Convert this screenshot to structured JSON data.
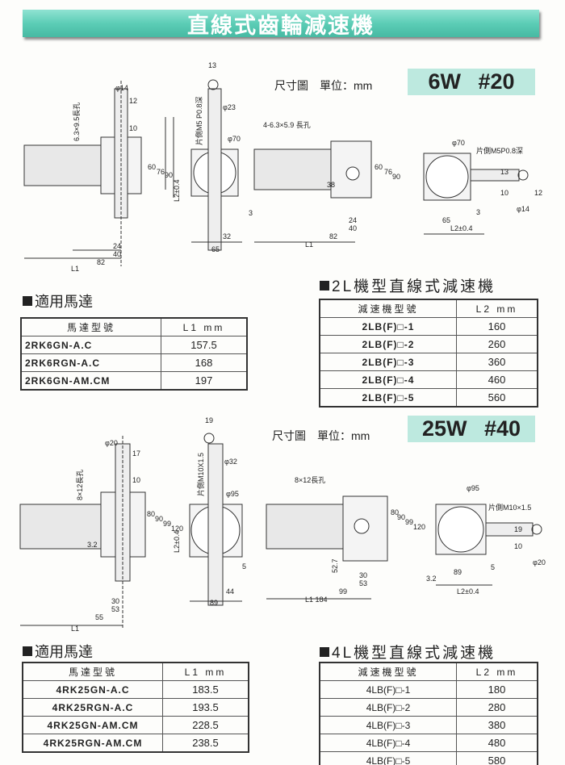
{
  "title": "直線式齒輪減速機",
  "sections": [
    {
      "unit_label": "尺寸圖　單位：mm",
      "badge": "6W  #20",
      "drawing_labels": [
        "φ14",
        "12",
        "10",
        "6.3×9.5長孔",
        "60",
        "76",
        "90",
        "L2±0.4",
        "24",
        "40",
        "82",
        "L1",
        "13",
        "片側M5 P0.8深",
        "φ23",
        "φ70",
        "3",
        "32",
        "65",
        "4-6.3×5.9 長孔",
        "38",
        "60",
        "76",
        "90",
        "24",
        "40",
        "82",
        "L1",
        "φ70",
        "片側M5P0.8深",
        "13",
        "10",
        "12",
        "3",
        "65",
        "L2±0.4",
        "φ14"
      ],
      "motor_table": {
        "heading": "適用馬達",
        "columns": [
          "馬達型號",
          "L1 mm"
        ],
        "rows": [
          [
            "2RK6GN-A.C",
            "157.5"
          ],
          [
            "2RK6RGN-A.C",
            "168"
          ],
          [
            "2RK6GN-AM.CM",
            "197"
          ]
        ]
      },
      "reducer_table": {
        "heading": "2L機型直線式減速機",
        "columns": [
          "減速機型號",
          "L2 mm"
        ],
        "rows": [
          [
            "2LB(F)□-1",
            "160"
          ],
          [
            "2LB(F)□-2",
            "260"
          ],
          [
            "2LB(F)□-3",
            "360"
          ],
          [
            "2LB(F)□-4",
            "460"
          ],
          [
            "2LB(F)□-5",
            "560"
          ]
        ]
      }
    },
    {
      "unit_label": "尺寸圖　單位：mm",
      "badge": "25W  #40",
      "drawing_labels": [
        "φ20",
        "17",
        "10",
        "8×12長孔",
        "80",
        "90",
        "99",
        "120",
        "L2±0.4",
        "3.2",
        "30",
        "53",
        "55",
        "L1",
        "19",
        "片側M10X1.5",
        "φ32",
        "φ95",
        "5",
        "44",
        "89",
        "8×12長孔",
        "52.7",
        "80",
        "90",
        "99",
        "120",
        "30",
        "53",
        "99",
        "L1 184",
        "φ95",
        "片側M10×1.5",
        "19",
        "10",
        "5",
        "3.2",
        "89",
        "L2±0.4",
        "φ20"
      ],
      "motor_table": {
        "heading": "適用馬達",
        "columns": [
          "馬達型號",
          "L1 mm"
        ],
        "rows": [
          [
            "4RK25GN-A.C",
            "183.5"
          ],
          [
            "4RK25RGN-A.C",
            "193.5"
          ],
          [
            "4RK25GN-AM.CM",
            "228.5"
          ],
          [
            "4RK25RGN-AM.CM",
            "238.5"
          ]
        ]
      },
      "reducer_table": {
        "heading": "4L機型直線式減速機",
        "columns": [
          "減速機型號",
          "L2 mm"
        ],
        "rows": [
          [
            "4LB(F)□-1",
            "180"
          ],
          [
            "4LB(F)□-2",
            "280"
          ],
          [
            "4LB(F)□-3",
            "380"
          ],
          [
            "4LB(F)□-4",
            "480"
          ],
          [
            "4LB(F)□-5",
            "580"
          ]
        ]
      }
    }
  ]
}
